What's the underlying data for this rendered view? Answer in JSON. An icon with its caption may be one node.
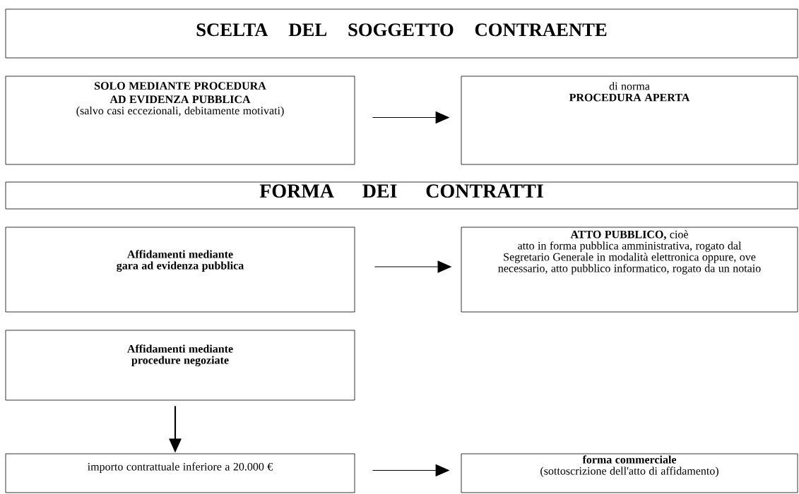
{
  "diagram": {
    "nodes": [
      {
        "text": [
          "SCELTA DEL SOGGETTO CONTRAENTE"
        ]
      },
      {
        "text": [
          "**SOLO MEDIANTE PROCEDURA AD EVIDENZA PUBBLICA**",
          "(salvo casi eccezionali, debitamente motivati)"
        ]
      },
      {
        "text": [
          "di norma",
          "**PROCEDURA APERTA**"
        ]
      },
      {
        "text": [
          "FORMA DEI CONTRATTI"
        ]
      },
      {
        "text": [
          "**Affidamenti mediante gara ad evidenza pubblica**"
        ]
      },
      {
        "text": [
          "**ATTO PUBBLICO,** cioè",
          "atto in forma pubblica amministrativa, rogato dal Segretario Generale in modalità elettronica oppure, ove necessario, atto pubblico informatico, rogato da un notaio"
        ]
      },
      {
        "text": [
          "**Affidamenti mediante procedure negoziate**"
        ]
      },
      {
        "text": [
          "importo contrattuale inferiore a 20.000 €"
        ]
      },
      {
        "text": [
          "**forma commerciale**",
          "(sottoscrizione dell'atto di affidamento)"
        ]
      }
    ],
    "edges": [
      {
        "from": 1,
        "to": 2,
        "arrow": "to"
      },
      {
        "from": 4,
        "to": 5,
        "arrow": "to"
      },
      {
        "from": 6,
        "to": 7,
        "arrow": "to"
      },
      {
        "from": 7,
        "to": 8,
        "arrow": "to"
      }
    ]
  }
}
